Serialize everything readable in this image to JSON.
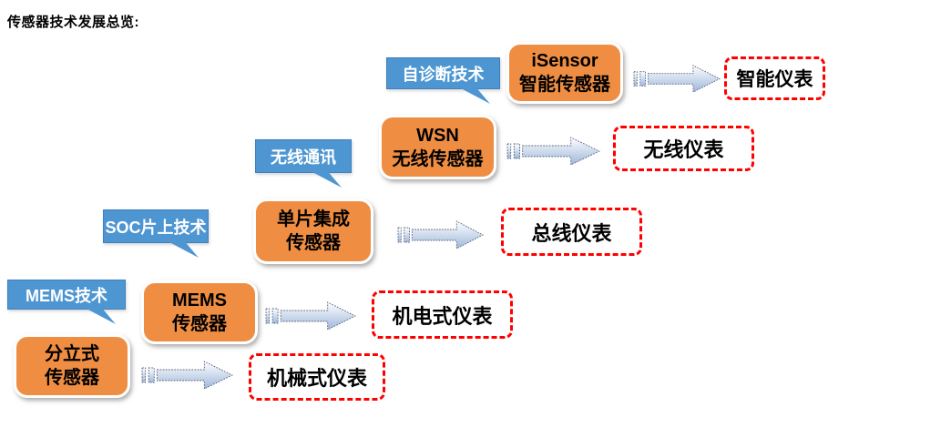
{
  "title": "传感器技术发展总览:",
  "colors": {
    "callout_blue": "#4E96D2",
    "sensor_orange": "#EF8E43",
    "instrument_red": "#FF0000",
    "arrow_fill_light": "#FDFEFF",
    "arrow_fill_dark": "#9FB6D9",
    "text_white": "#FFFFFF",
    "text_black": "#000000"
  },
  "rows": [
    {
      "callout": "自诊断技术",
      "sensor_line1": "iSensor",
      "sensor_line2": "智能传感器",
      "result": "智能仪表"
    },
    {
      "callout": "无线通讯",
      "sensor_line1": "WSN",
      "sensor_line2": "无线传感器",
      "result": "无线仪表"
    },
    {
      "callout": "SOC片上技术",
      "sensor_line1": "单片集成",
      "sensor_line2": "传感器",
      "result": "总线仪表"
    },
    {
      "callout": "MEMS技术",
      "sensor_line1": "MEMS",
      "sensor_line2": "传感器",
      "result": "机电式仪表"
    },
    {
      "sensor_line1": "分立式",
      "sensor_line2": "传感器",
      "result": "机械式仪表"
    }
  ]
}
